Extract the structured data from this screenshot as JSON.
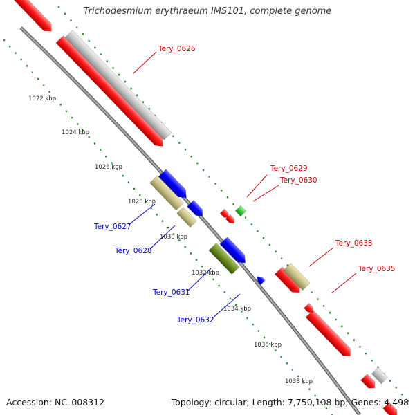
{
  "title": "Trichodesmium erythraeum IMS101, complete genome",
  "footer": {
    "accession": "Accession: NC_008312",
    "summary": "Topology: circular; Length: 7,750,108 bp; Genes: 4,498"
  },
  "colors": {
    "forward_red": "#ff0000",
    "grey_feature": "#c8c8c8",
    "reverse_blue": "#0000ff",
    "khaki": "#c8c088",
    "olive": "#6b8e23",
    "green": "#33cc33",
    "tick_green": "#228b22",
    "label_red": "#cc0000",
    "label_blue": "#0000cc",
    "backbone": "#888888"
  },
  "kbp_ticks": [
    "1022 kbp",
    "1024 kbp",
    "1026 kbp",
    "1028 kbp",
    "1030 kbp",
    "1032 kbp",
    "1034 kbp",
    "1036 kbp",
    "1038 kbp"
  ],
  "gene_labels": [
    "Tery_0626",
    "Tery_0627",
    "Tery_0628",
    "Tery_0629",
    "Tery_0630",
    "Tery_0631",
    "Tery_0632",
    "Tery_0633",
    "Tery_0635"
  ]
}
